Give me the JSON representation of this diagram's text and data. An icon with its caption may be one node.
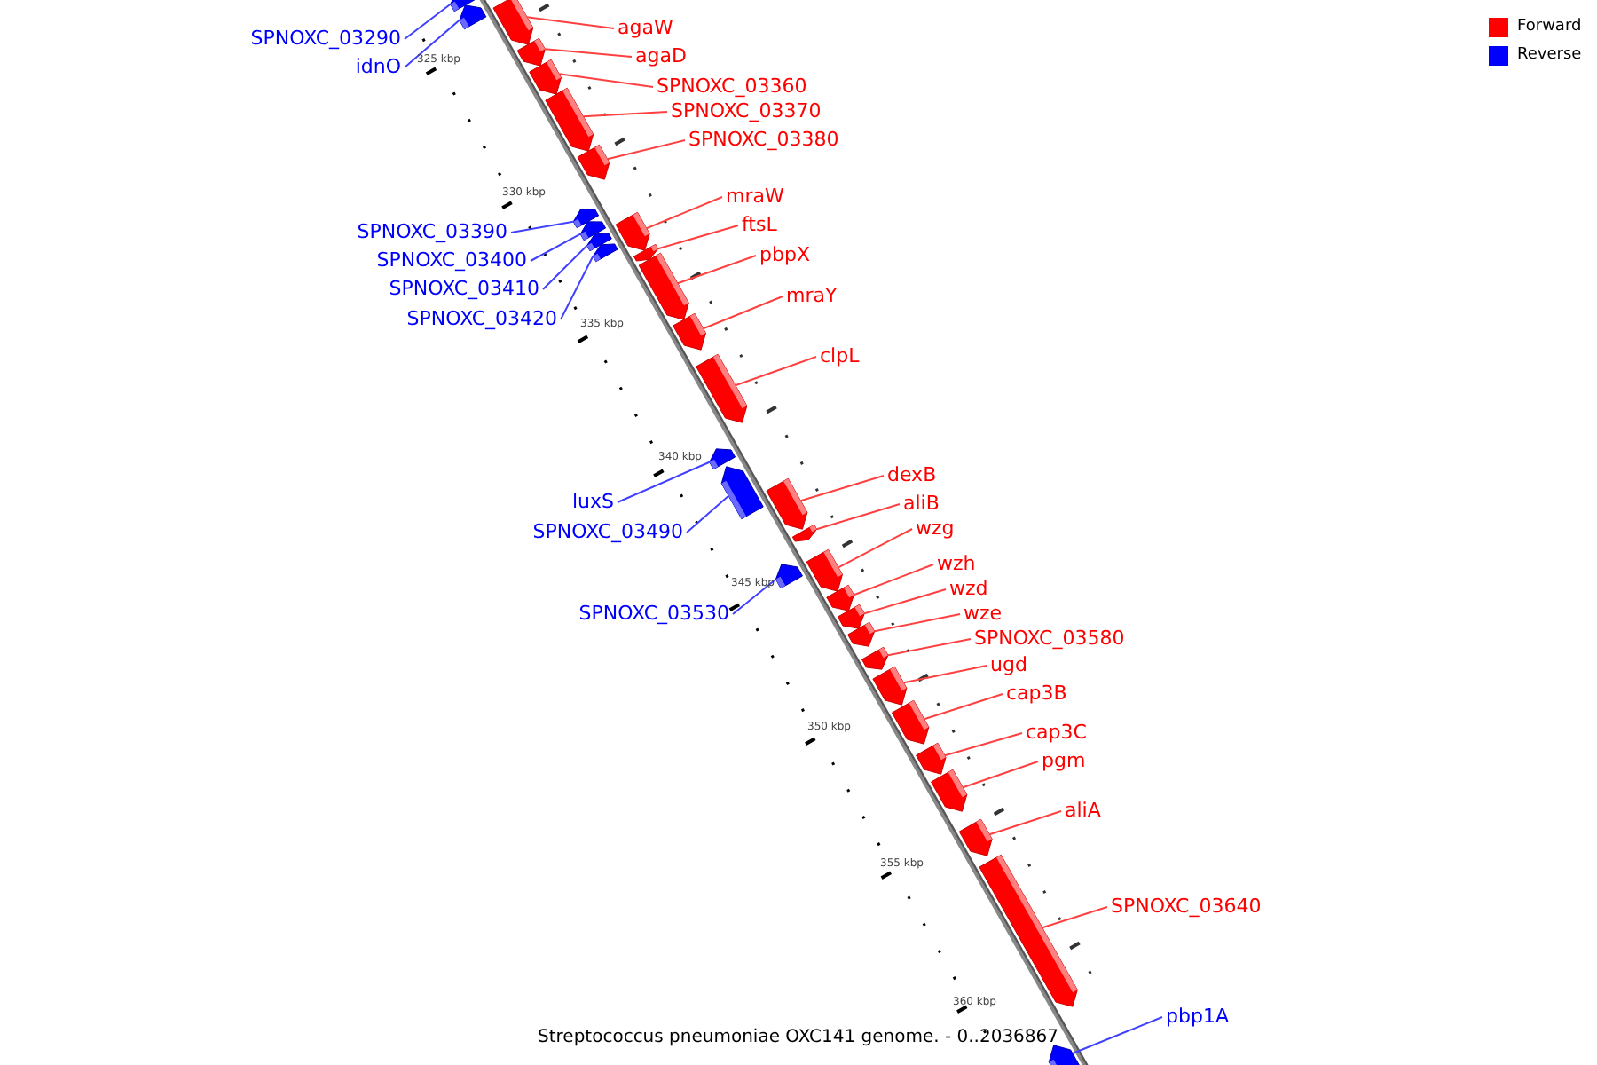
{
  "diagram": {
    "caption": "Streptococcus pneumoniae OXC141 genome. - 0..2036867",
    "nodes": [
      {
        "text": [
          "SPNOXC_03290"
        ]
      },
      {
        "text": [],
        "shape": "bar"
      },
      {
        "text": [
          "idnO"
        ]
      },
      {
        "text": [],
        "shape": "bar"
      },
      {
        "text": [
          "agaW"
        ]
      },
      {
        "text": [],
        "shape": "bar"
      },
      {
        "text": [
          "agaD"
        ]
      },
      {
        "text": [],
        "shape": "bar"
      },
      {
        "text": [
          "SPNOXC_03360"
        ]
      },
      {
        "text": [],
        "shape": "bar"
      },
      {
        "text": [
          "SPNOXC_03370"
        ]
      },
      {
        "text": [],
        "shape": "bar"
      },
      {
        "text": [
          "SPNOXC_03380"
        ]
      },
      {
        "text": [],
        "shape": "bar"
      },
      {
        "text": [
          "mraW"
        ]
      },
      {
        "text": [],
        "shape": "bar"
      },
      {
        "text": [
          "SPNOXC_03390"
        ]
      },
      {
        "text": [],
        "shape": "bar"
      },
      {
        "text": [
          "ftsL"
        ]
      },
      {
        "text": [],
        "shape": "bar"
      },
      {
        "text": [
          "SPNOXC_03400"
        ]
      },
      {
        "text": [],
        "shape": "bar"
      },
      {
        "text": [
          "pbpX"
        ]
      },
      {
        "text": [],
        "shape": "bar"
      },
      {
        "text": [
          "SPNOXC_03410"
        ]
      },
      {
        "text": [],
        "shape": "bar"
      },
      {
        "text": [
          "SPNOXC_03420"
        ]
      },
      {
        "text": [],
        "shape": "bar"
      },
      {
        "text": [
          "mraY"
        ]
      },
      {
        "text": [],
        "shape": "bar"
      },
      {
        "text": [
          "clpL"
        ]
      },
      {
        "text": [],
        "shape": "bar"
      },
      {
        "text": [
          "dexB"
        ]
      },
      {
        "text": [],
        "shape": "bar"
      },
      {
        "text": [
          "luxS"
        ]
      },
      {
        "text": [],
        "shape": "bar"
      },
      {
        "text": [
          "aliB"
        ]
      },
      {
        "text": [],
        "shape": "bar"
      },
      {
        "text": [
          "wzg"
        ]
      },
      {
        "text": [],
        "shape": "bar"
      },
      {
        "text": [
          "SPNOXC_03490"
        ]
      },
      {
        "text": [],
        "shape": "bar"
      },
      {
        "text": [
          "wzh"
        ]
      },
      {
        "text": [],
        "shape": "bar"
      },
      {
        "text": [
          "wzd"
        ]
      },
      {
        "text": [],
        "shape": "bar"
      },
      {
        "text": [
          "SPNOXC_03530"
        ]
      },
      {
        "text": [],
        "shape": "bar"
      },
      {
        "text": [
          "wze"
        ]
      },
      {
        "text": [],
        "shape": "bar"
      },
      {
        "text": [
          "SPNOXC_03580"
        ]
      },
      {
        "text": [],
        "shape": "bar"
      },
      {
        "text": [
          "ugd"
        ]
      },
      {
        "text": [],
        "shape": "bar"
      },
      {
        "text": [
          "cap3B"
        ]
      },
      {
        "text": [],
        "shape": "bar"
      },
      {
        "text": [
          "cap3C"
        ]
      },
      {
        "text": [],
        "shape": "bar"
      },
      {
        "text": [
          "pgm"
        ]
      },
      {
        "text": [],
        "shape": "bar"
      },
      {
        "text": [
          "aliA"
        ]
      },
      {
        "text": [],
        "shape": "bar"
      },
      {
        "text": [
          "SPNOXC_03640"
        ]
      },
      {
        "text": [],
        "shape": "bar"
      },
      {
        "text": [
          "pbp1A"
        ]
      },
      {
        "text": [],
        "shape": "bar"
      }
    ],
    "edges": [
      {
        "from": 0,
        "to": 1,
        "arrow": "none",
        "color": "#4040ff"
      },
      {
        "from": 2,
        "to": 3,
        "arrow": "none",
        "color": "#4040ff"
      },
      {
        "from": 4,
        "to": 5,
        "arrow": "none"
      },
      {
        "from": 6,
        "to": 7,
        "arrow": "none"
      },
      {
        "from": 8,
        "to": 9,
        "arrow": "none"
      },
      {
        "from": 10,
        "to": 11,
        "arrow": "none"
      },
      {
        "from": 12,
        "to": 13,
        "arrow": "none"
      },
      {
        "from": 14,
        "to": 15,
        "arrow": "none"
      },
      {
        "from": 16,
        "to": 17,
        "arrow": "none",
        "color": "#4040ff"
      },
      {
        "from": 18,
        "to": 19,
        "arrow": "none"
      },
      {
        "from": 20,
        "to": 21,
        "arrow": "none",
        "color": "#4040ff"
      },
      {
        "from": 22,
        "to": 23,
        "arrow": "none"
      },
      {
        "from": 24,
        "to": 25,
        "arrow": "none",
        "color": "#4040ff"
      },
      {
        "from": 26,
        "to": 27,
        "arrow": "none",
        "color": "#4040ff"
      },
      {
        "from": 28,
        "to": 29,
        "arrow": "none"
      },
      {
        "from": 30,
        "to": 31,
        "arrow": "none"
      },
      {
        "from": 32,
        "to": 33,
        "arrow": "none"
      },
      {
        "from": 34,
        "to": 35,
        "arrow": "none",
        "color": "#4040ff"
      },
      {
        "from": 36,
        "to": 37,
        "arrow": "none"
      },
      {
        "from": 38,
        "to": 39,
        "arrow": "none"
      },
      {
        "from": 40,
        "to": 41,
        "arrow": "none",
        "color": "#4040ff"
      },
      {
        "from": 42,
        "to": 43,
        "arrow": "none"
      },
      {
        "from": 44,
        "to": 45,
        "arrow": "none"
      },
      {
        "from": 46,
        "to": 47,
        "arrow": "none",
        "color": "#4040ff"
      },
      {
        "from": 48,
        "to": 49,
        "arrow": "none"
      },
      {
        "from": 50,
        "to": 51,
        "arrow": "none"
      },
      {
        "from": 52,
        "to": 53,
        "arrow": "none"
      },
      {
        "from": 54,
        "to": 55,
        "arrow": "none"
      },
      {
        "from": 56,
        "to": 57,
        "arrow": "none"
      },
      {
        "from": 58,
        "to": 59,
        "arrow": "none"
      },
      {
        "from": 60,
        "to": 61,
        "arrow": "none"
      },
      {
        "from": 62,
        "to": 63,
        "arrow": "none"
      },
      {
        "from": 64,
        "to": 65,
        "arrow": "none",
        "color": "#4040ff"
      }
    ],
    "labels": [
      "325 kbp",
      "330 kbp",
      "335 kbp",
      "340 kbp",
      "345 kbp",
      "350 kbp",
      "355 kbp",
      "360 kbp"
    ],
    "legend": [
      {
        "text": "Forward",
        "color": "#ff0000"
      },
      {
        "text": "Reverse",
        "color": "#0000ff"
      }
    ]
  }
}
